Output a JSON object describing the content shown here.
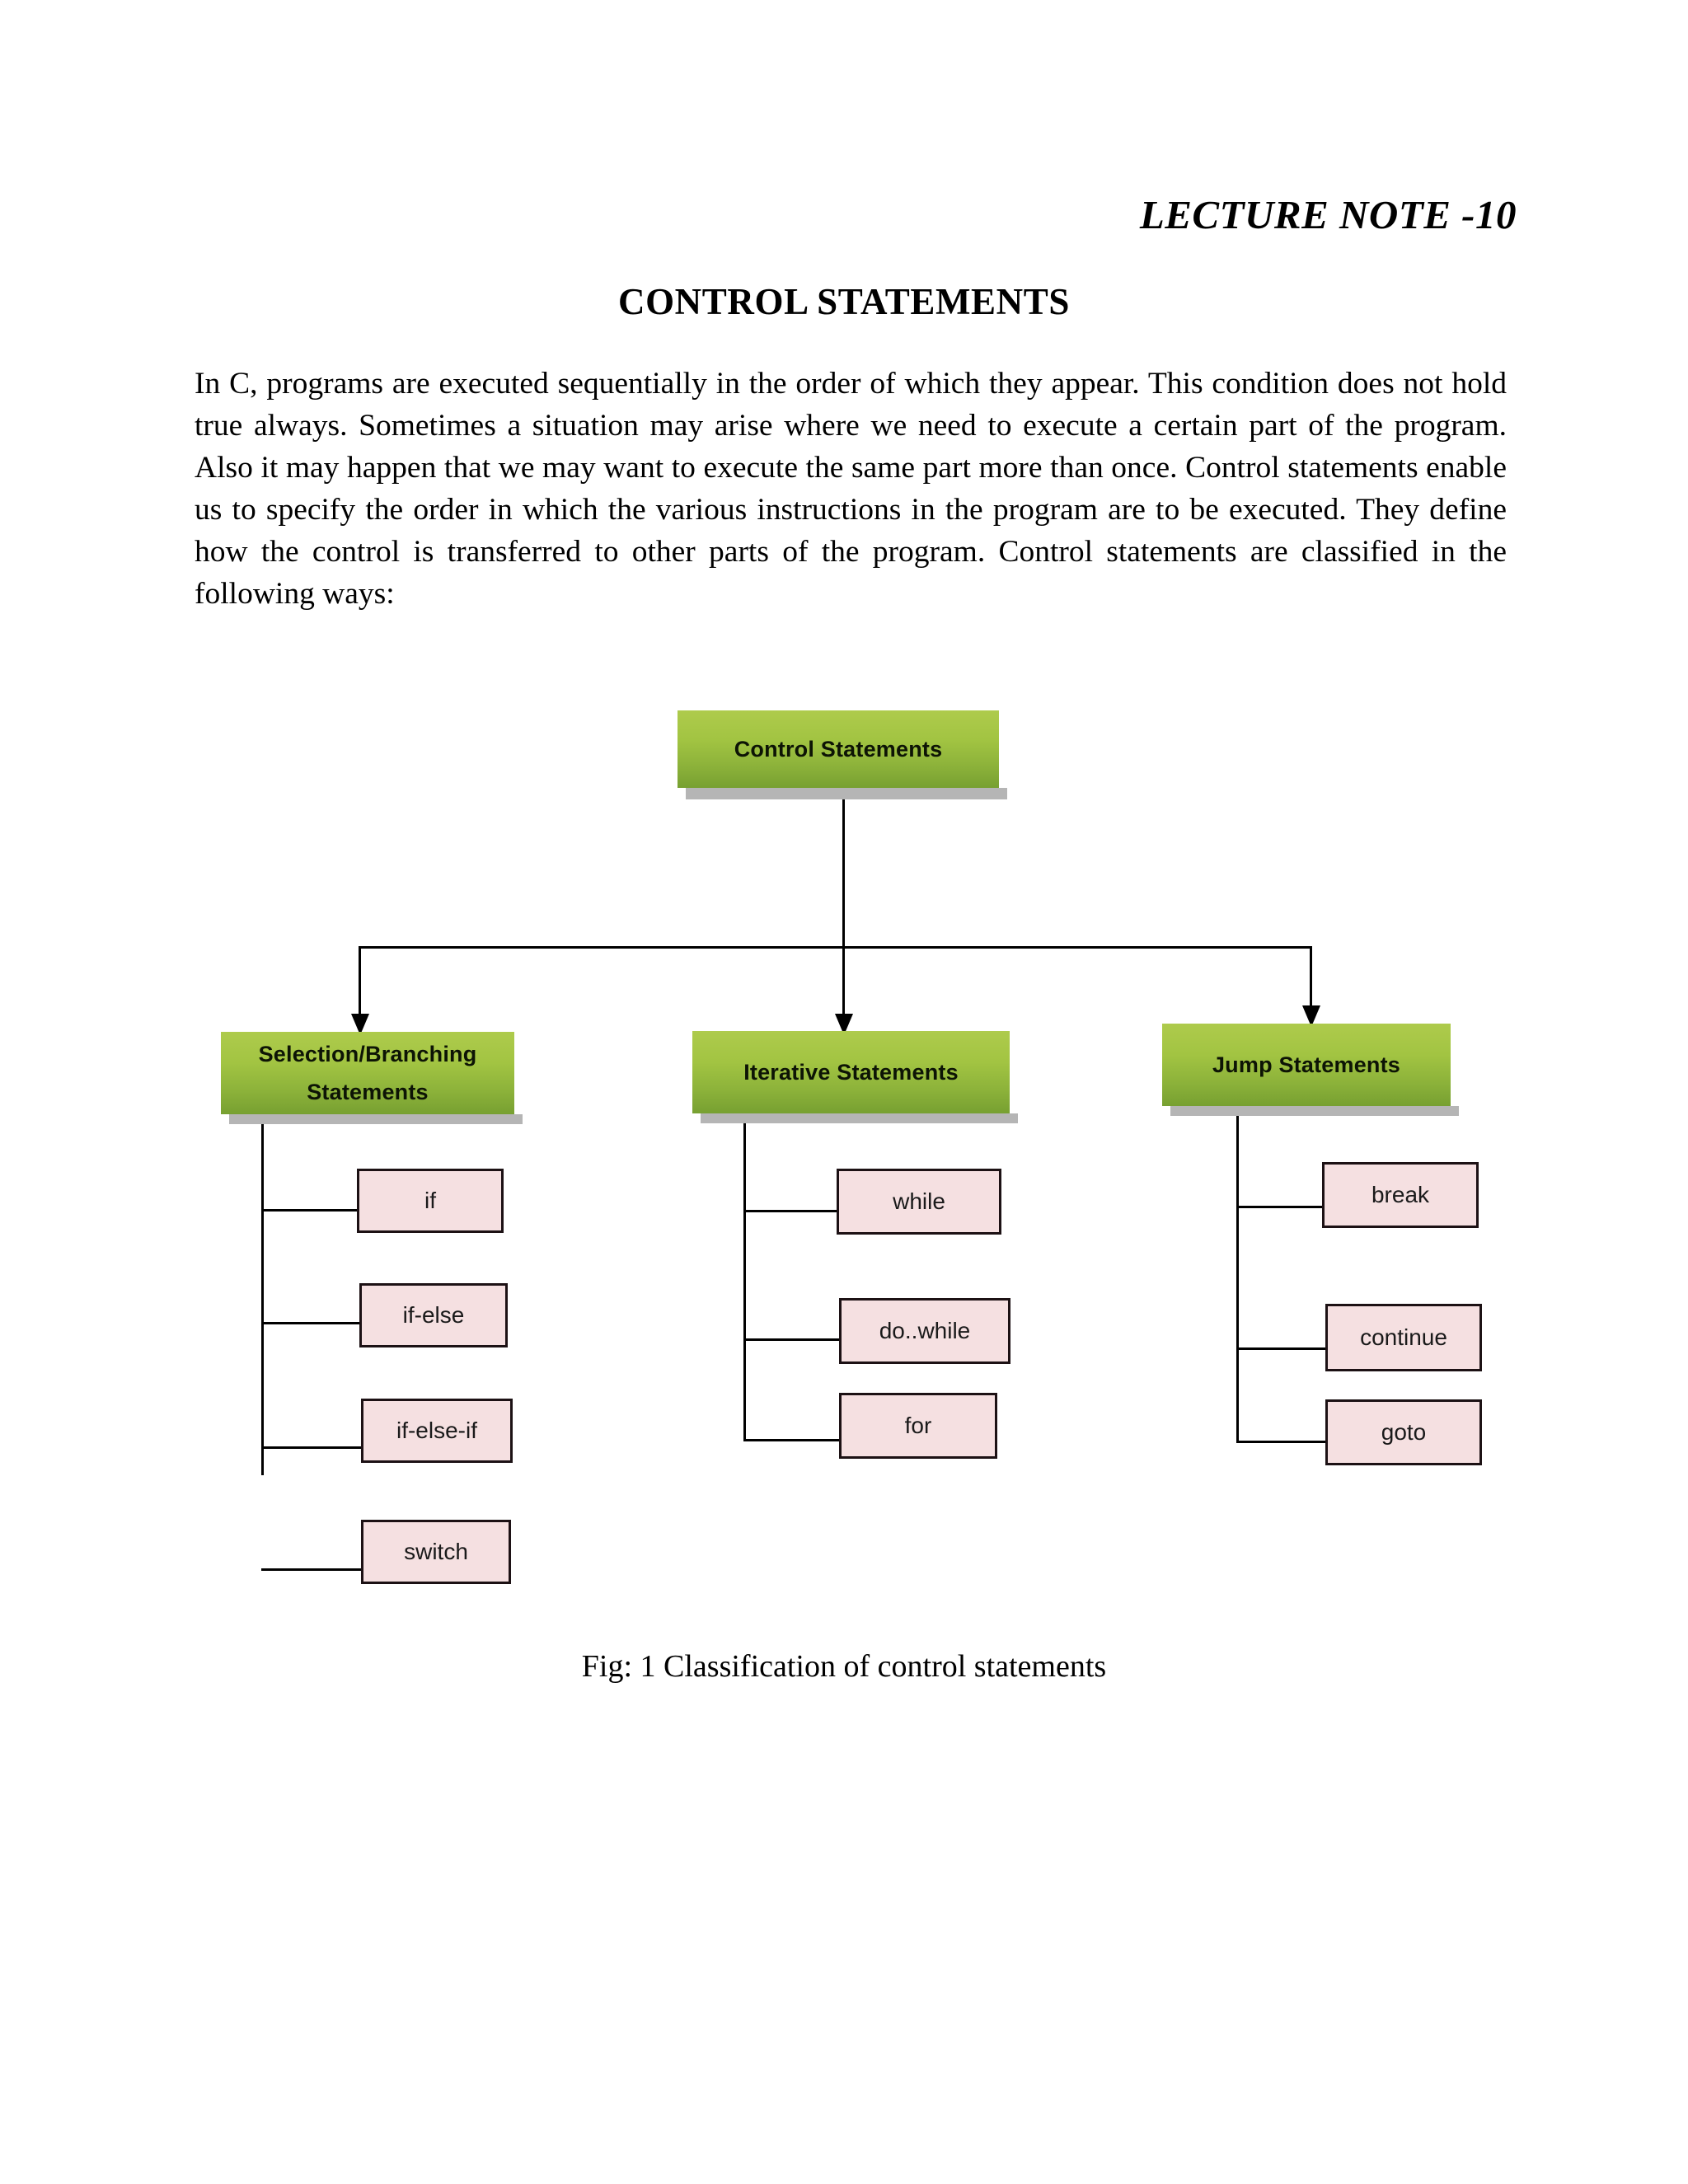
{
  "header": {
    "lecture_note": "LECTURE NOTE -10",
    "title": "CONTROL STATEMENTS"
  },
  "body": {
    "paragraph": "In C, programs are executed sequentially in the order of which they appear. This condition does not hold true always. Sometimes a situation may arise where we need to execute a certain part of the program. Also it may happen that we may want to execute the same part more than once. Control statements enable us to specify the order in which the various instructions in the program are to be executed. They define how the control is transferred to other parts of the program. Control statements are classified in the following ways:"
  },
  "diagram": {
    "root": {
      "label": "Control Statements"
    },
    "branches": [
      {
        "label": "Selection/Branching Statements",
        "leaves": [
          {
            "label": "if"
          },
          {
            "label": "if-else"
          },
          {
            "label": "if-else-if"
          },
          {
            "label": "switch"
          }
        ]
      },
      {
        "label": "Iterative Statements",
        "leaves": [
          {
            "label": "while"
          },
          {
            "label": "do..while"
          },
          {
            "label": "for"
          }
        ]
      },
      {
        "label": "Jump Statements",
        "leaves": [
          {
            "label": "break"
          },
          {
            "label": "continue"
          },
          {
            "label": "goto"
          }
        ]
      }
    ],
    "colors": {
      "node_green_top": "#aecb4c",
      "node_green_bottom": "#77a031",
      "node_pink_fill": "#f5e0e1",
      "node_border": "#1c1114",
      "connector": "#000000",
      "shadow": "#a8a8a8"
    }
  },
  "caption": {
    "text": "Fig: 1 Classification of control statements"
  }
}
